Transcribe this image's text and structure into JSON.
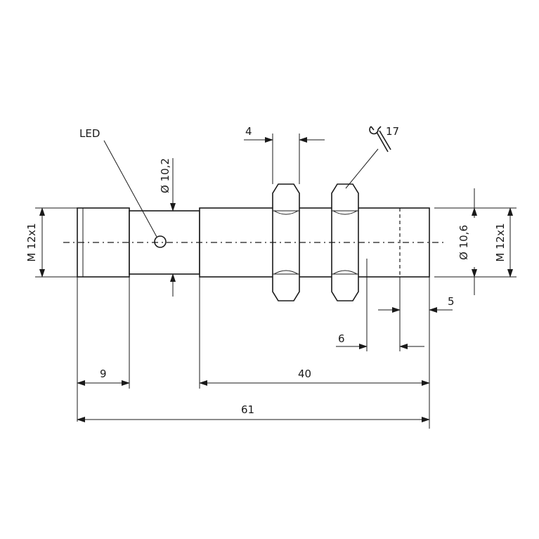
{
  "labels": {
    "led": "LED",
    "dia_10_2": "Ø 10,2",
    "dia_10_6": "Ø 10,6",
    "thread_left": "M 12x1",
    "thread_right": "M 12x1",
    "nut_width": "4",
    "wrench_size": "17",
    "dim_5": "5",
    "dim_6": "6",
    "dim_9": "9",
    "dim_40": "40",
    "dim_61": "61"
  },
  "icons": {
    "wrench": "wrench-icon"
  },
  "colors": {
    "line": "#1a1a1a",
    "background": "#ffffff"
  }
}
